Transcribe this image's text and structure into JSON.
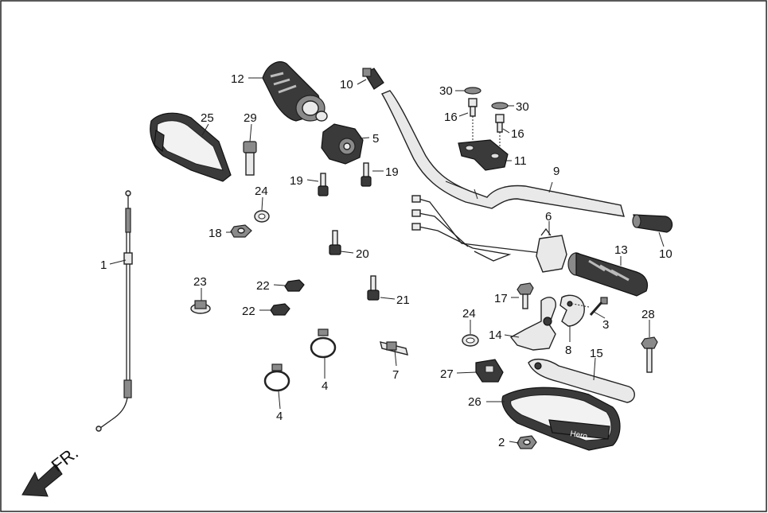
{
  "labels": {
    "l1": "1",
    "l2": "2",
    "l3": "3",
    "l4a": "4",
    "l4b": "4",
    "l5": "5",
    "l6": "6",
    "l7": "7",
    "l8": "8",
    "l9": "9",
    "l10a": "10",
    "l10b": "10",
    "l11": "11",
    "l12": "12",
    "l13": "13",
    "l14": "14",
    "l15": "15",
    "l16a": "16",
    "l16b": "16",
    "l17": "17",
    "l18": "18",
    "l19a": "19",
    "l19b": "19",
    "l20": "20",
    "l21": "21",
    "l22a": "22",
    "l22b": "22",
    "l23": "23",
    "l24a": "24",
    "l24b": "24",
    "l25": "25",
    "l26": "26",
    "l27": "27",
    "l28": "28",
    "l29": "29",
    "l30a": "30",
    "l30b": "30"
  },
  "front_indicator": "FR.",
  "guard_brand": "Hero"
}
